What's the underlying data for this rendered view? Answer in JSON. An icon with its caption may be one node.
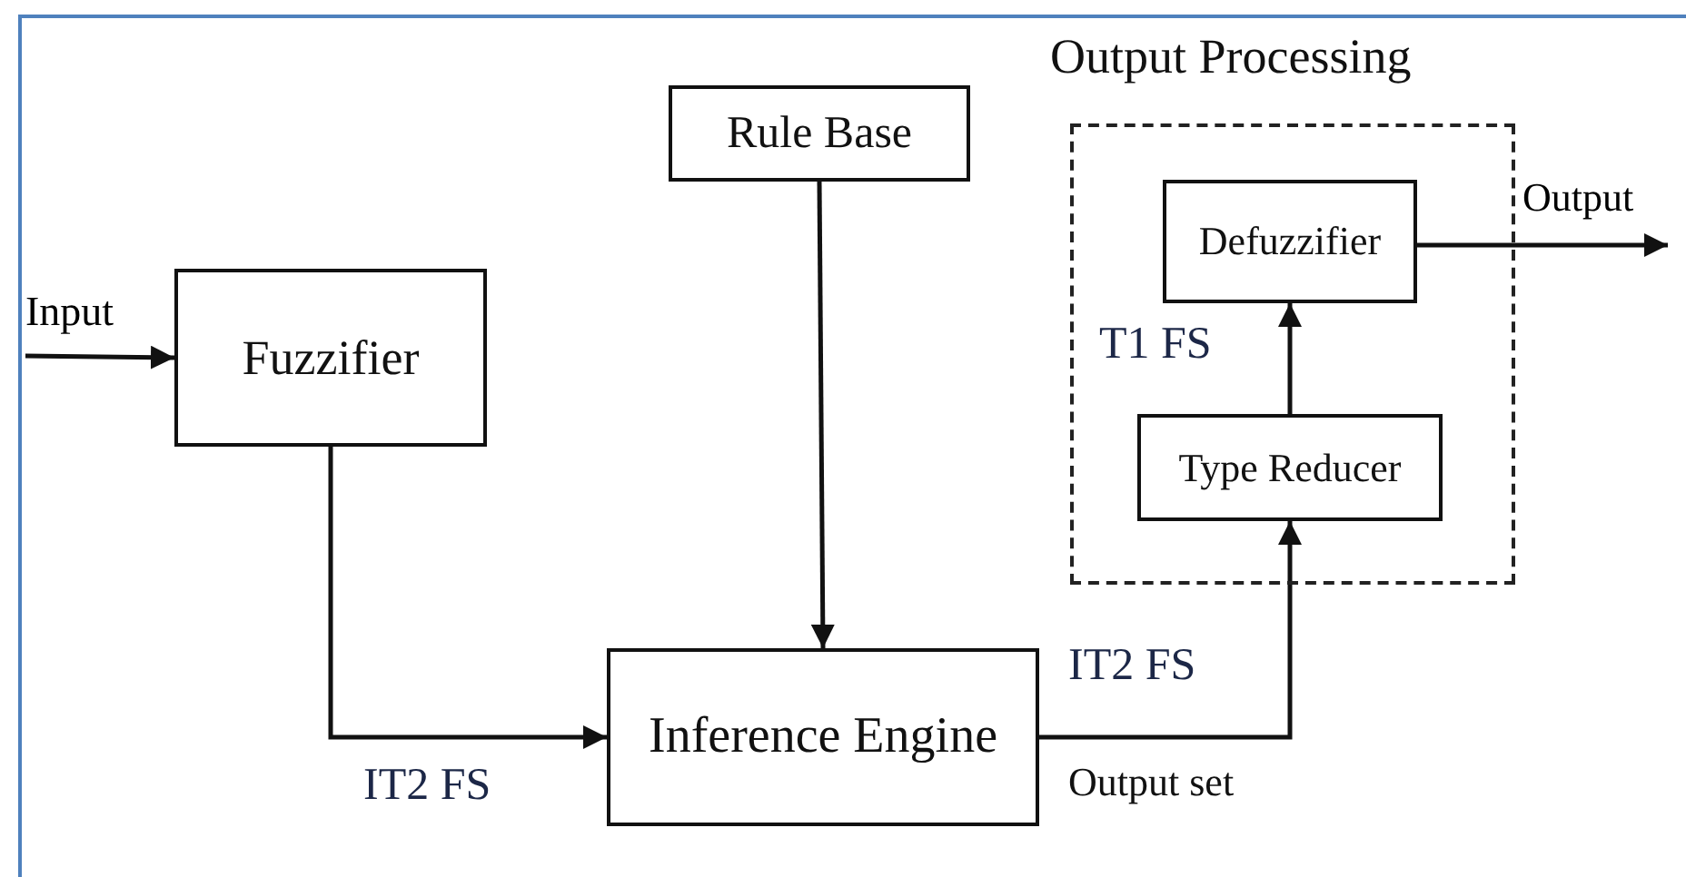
{
  "diagram": {
    "nodes": [
      {
        "text": [
          "Output Processing"
        ]
      },
      {
        "text": [
          "Rule Base"
        ]
      },
      {
        "text": [
          "Fuzzifier"
        ]
      },
      {
        "text": [
          "Inference Engine"
        ]
      },
      {
        "text": [
          "Defuzzifier"
        ],
        "in": 0
      },
      {
        "text": [
          "Type Reducer"
        ],
        "in": 0
      }
    ],
    "edges": [
      {
        "from": null,
        "to": 2,
        "arrow": "to",
        "label": "Input"
      },
      {
        "from": 2,
        "to": 3,
        "arrow": "to",
        "label": "IT2 FS"
      },
      {
        "from": 1,
        "to": 3,
        "arrow": "to"
      },
      {
        "from": 3,
        "to": 5,
        "arrow": "to",
        "label": "IT2 FS"
      },
      {
        "from": 5,
        "to": 4,
        "arrow": "to",
        "label": "T1 FS"
      },
      {
        "from": 4,
        "to": null,
        "arrow": "to",
        "label": "Output"
      }
    ],
    "labels": [
      "Output set"
    ]
  }
}
